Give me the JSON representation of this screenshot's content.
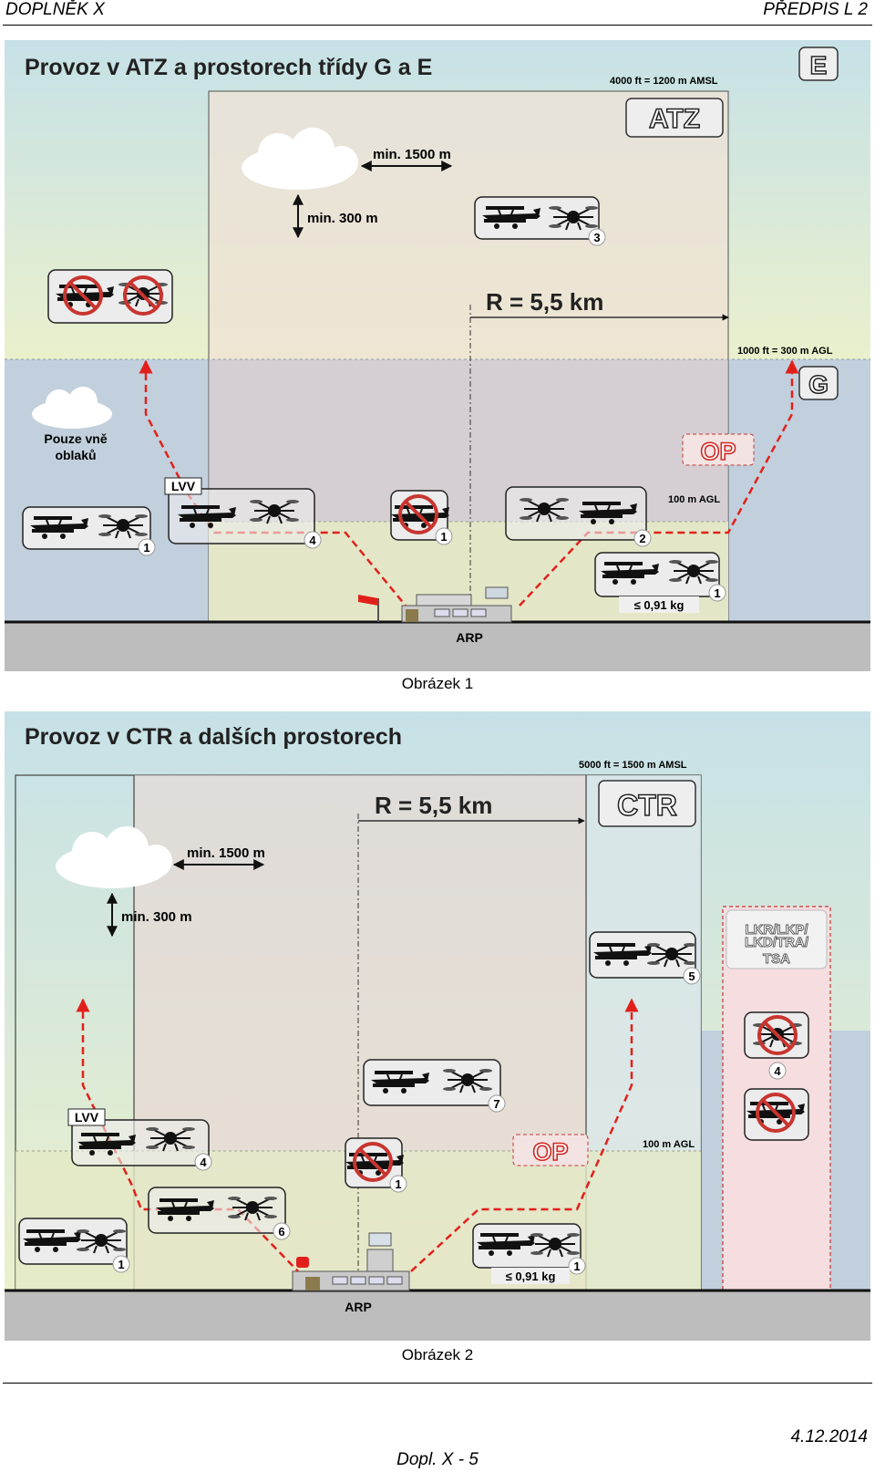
{
  "header": {
    "left": "DOPLNĚK X",
    "right": "PŘEDPIS L 2"
  },
  "figure1": {
    "title": "Provoz v ATZ a prostorech třídy G a E",
    "alt_top": "4000 ft = 1200 m AMSL",
    "alt_g": "1000 ft = 300 m AGL",
    "alt_low": "100 m AGL",
    "badge_e": "E",
    "badge_g": "G",
    "badge_atz": "ATZ",
    "cloud_h": "min. 1500 m",
    "cloud_v": "min. 300 m",
    "radius": "R = 5,5 km",
    "cloud_note": "Pouze vně oblaků",
    "lvv": "LVV",
    "op": "OP",
    "weight": "≤ 0,91 kg",
    "arp": "ARP",
    "markers": [
      "1",
      "1",
      "1",
      "2",
      "3",
      "4"
    ],
    "caption": "Obrázek 1"
  },
  "figure2": {
    "title": "Provoz v CTR a dalších prostorech",
    "alt_top": "5000 ft = 1500 m AMSL",
    "alt_low": "100 m AGL",
    "badge_ctr": "CTR",
    "restricted": "LKR/LKP/ LKD/TRA/ TSA",
    "cloud_h": "min. 1500 m",
    "cloud_v": "min. 300 m",
    "radius": "R = 5,5 km",
    "lvv": "LVV",
    "op": "OP",
    "weight": "≤ 0,91 kg",
    "arp": "ARP",
    "markers": [
      "1",
      "1",
      "1",
      "4",
      "4",
      "5",
      "6",
      "7"
    ],
    "caption": "Obrázek 2"
  },
  "footer": {
    "page": "Dopl. X - 5",
    "date": "4.12.2014"
  },
  "colors": {
    "sky_top": "#c9e3e8",
    "sky_bottom": "#e6efd0",
    "atz_fill": "#f0e3d6",
    "class_g": "#c1d0dc",
    "ground_zone": "#e4e8c6",
    "runway": "#bdbdbd",
    "route": "#e2201b",
    "prohibited": "#c8352f",
    "restricted_fill": "#f5dde0"
  }
}
